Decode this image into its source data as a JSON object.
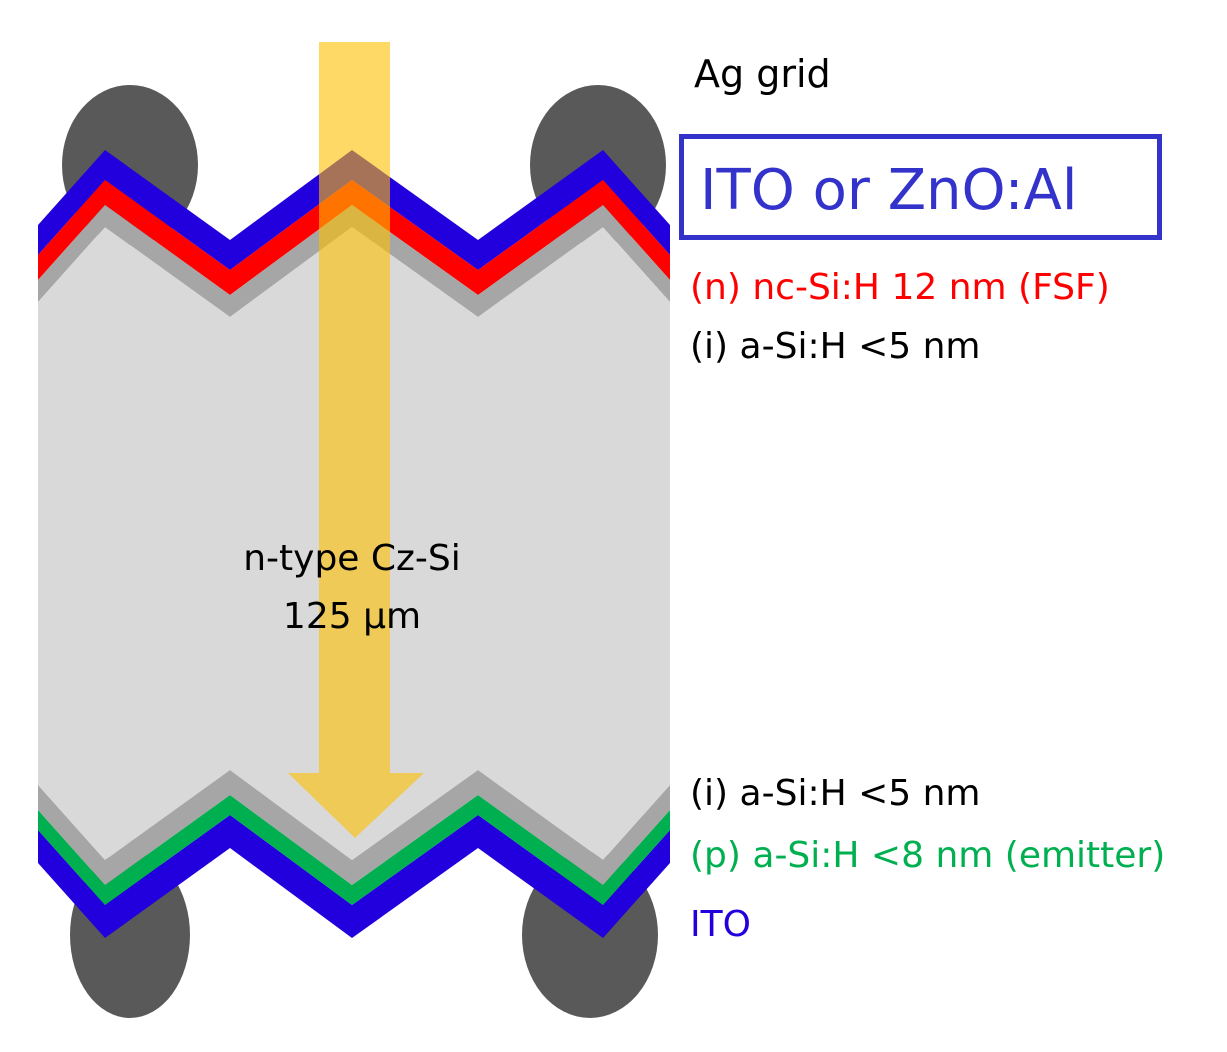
{
  "labels": {
    "ag_grid": "Ag grid",
    "tco": "ITO or ZnO:Al",
    "n_layer": "(n) nc-Si:H 12 nm (FSF)",
    "i_top": "(i) a-Si:H <5 nm",
    "i_bottom": "(i) a-Si:H <5 nm",
    "p_layer": "(p) a-Si:H <8 nm (emitter)",
    "ito_bottom": "ITO",
    "wafer_line1": "n-type Cz-Si",
    "wafer_line2": "125 µm"
  },
  "colors": {
    "wafer": "#d9d9d9",
    "intrinsic": "#a6a6a6",
    "n_layer": "#ff0000",
    "p_layer": "#00b050",
    "tco": "#2200dd",
    "tco_box": "#3333cc",
    "ag": "#595959",
    "light_arrow": "#ffc000"
  }
}
